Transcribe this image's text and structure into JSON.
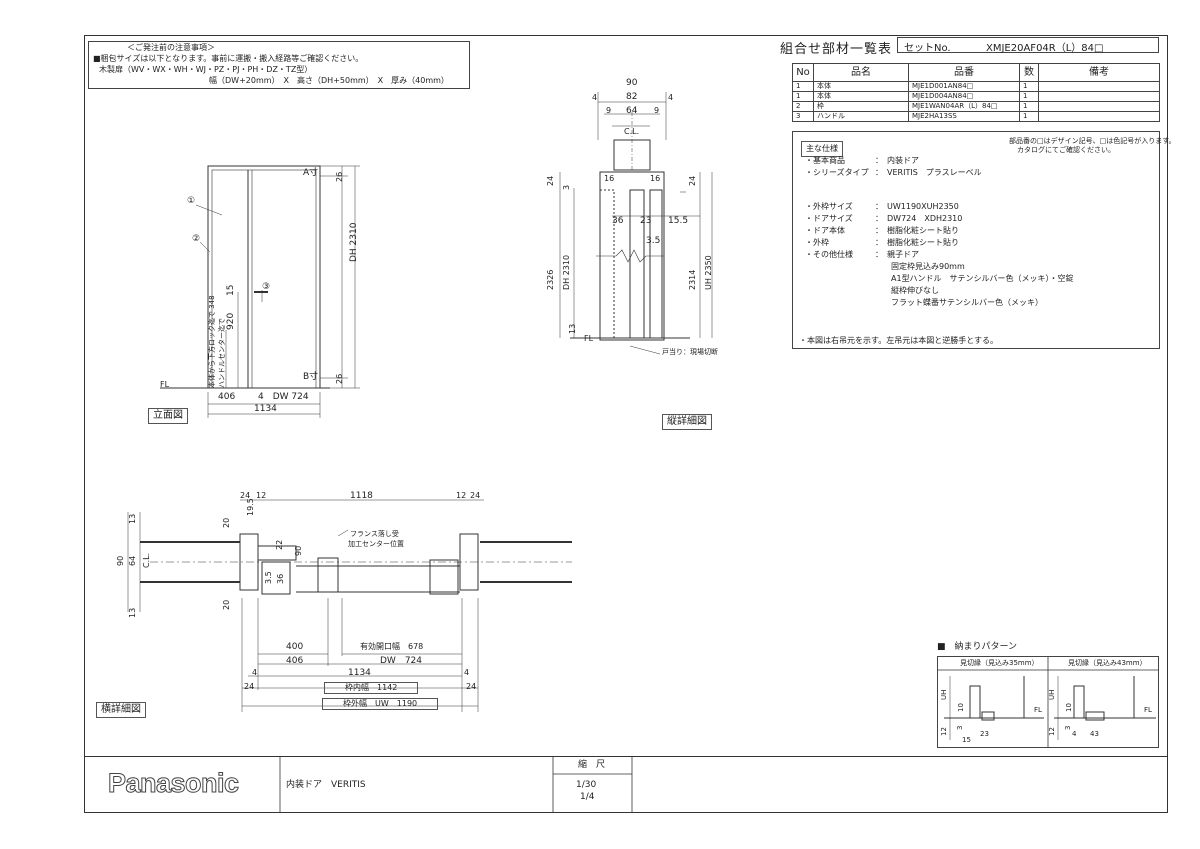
{
  "notice": {
    "title": "＜ご発注前の注意事項＞",
    "line1": "■梱包サイズは以下となります。事前に運搬・搬入経路等ご確認ください。",
    "line2": "木製扉（WV・WX・WH・WJ・PZ・PJ・PH・DZ・TZ型）",
    "line3": "幅（DW+20mm）　X　高さ（DH+50mm）　X　厚み（40mm）"
  },
  "parts": {
    "title": "組合せ部材一覧表",
    "set_label": "セットNo.",
    "set_no": "XMJE20AF04R（L）84□",
    "headers": [
      "No",
      "品名",
      "品番",
      "数",
      "備考"
    ],
    "rows": [
      {
        "no": "1",
        "name": "本体",
        "code": "MJE1D001AN84□",
        "qty": "1",
        "note": ""
      },
      {
        "no": "1",
        "name": "本体",
        "code": "MJE1D004AN84□",
        "qty": "1",
        "note": ""
      },
      {
        "no": "2",
        "name": "枠",
        "code": "MJE1WAN04AR（L）84□",
        "qty": "1",
        "note": ""
      },
      {
        "no": "3",
        "name": "ハンドル",
        "code": "MJE2HA13SS",
        "qty": "1",
        "note": ""
      }
    ]
  },
  "spec": {
    "label": "主な仕様",
    "note_top1": "部品番の□はデザイン記号、□は色記号が入ります。",
    "note_top2": "カタログにてご確認ください。",
    "items": [
      {
        "k": "・基本商品",
        "v": "：　内装ドア"
      },
      {
        "k": "・シリーズタイプ",
        "v": "：　VERITIS　プラスレーベル"
      },
      {
        "k": "・外枠サイズ",
        "v": "：　UW1190XUH2350"
      },
      {
        "k": "・ドアサイズ",
        "v": "：　DW724　XDH2310"
      },
      {
        "k": "・ドア本体",
        "v": "：　樹脂化粧シート貼り"
      },
      {
        "k": "・外枠",
        "v": "：　樹脂化粧シート貼り"
      },
      {
        "k": "・その他仕様",
        "v": "：　親子ドア"
      }
    ],
    "extra": [
      "固定枠見込み90mm",
      "A1型ハンドル　サテンシルバー色（メッキ）・空錠",
      "縦枠伸びなし",
      "フラット蝶番サテンシルバー色（メッキ）"
    ],
    "footnote": "・本図は右吊元を示す。左吊元は本図と逆勝手とする。"
  },
  "views": {
    "elevation": "立面図",
    "vertical": "縦詳細図",
    "horizontal": "横詳細図",
    "pattern": "■　納まりパターン",
    "pattern_a": "見切縁（見込み35mm）",
    "pattern_b": "見切縁（見込み43mm）"
  },
  "elevation_dims": {
    "dh": "DH 2310",
    "d26a": "26",
    "d26b": "26",
    "d406": "406",
    "dw": "4　DW 724",
    "d1134": "1134",
    "d920": "920",
    "d15": "15",
    "A": "A寸",
    "B": "B寸",
    "fl": "FL",
    "c1": "①",
    "c2": "②",
    "c3": "③",
    "vnote1": "ハンドルセンター迄で",
    "vnote2": "本体から下方ロック迄で 348"
  },
  "vertical_dims": {
    "d90": "90",
    "d82": "82",
    "d64": "64",
    "d4a": "4",
    "d4b": "4",
    "d9a": "9",
    "d9b": "9",
    "cl": "C.L.",
    "d16a": "16",
    "d16b": "16",
    "d24a": "24",
    "d24b": "24",
    "d3": "3",
    "d36": "36",
    "d23": "23",
    "d155": "15.5",
    "d35": "3.5",
    "d2326": "2326",
    "dh": "DH 2310",
    "d2314": "2314",
    "uh": "UH 2350",
    "d13": "13",
    "fl": "FL",
    "floor": "戸当り：現場切断"
  },
  "horizontal_dims": {
    "d24a": "24",
    "d12a": "12",
    "d1118": "1118",
    "d12b": "12",
    "d24b": "24",
    "d13a": "13",
    "d20a": "20",
    "d195": "19.5",
    "d90": "90",
    "d64": "64",
    "d20b": "20",
    "d13b": "13",
    "d90b": "90",
    "cl": "C.L.",
    "d22": "22",
    "d35": "3.5",
    "d36": "36",
    "flange1": "フランス落し受",
    "flange2": "加工センター位置",
    "d400": "400",
    "d406": "406",
    "eff": "有効開口幅　678",
    "dw": "DW　724",
    "d1134": "1134",
    "d4a": "4",
    "d4b": "4",
    "inner": "枠内幅　1142",
    "d24c": "24",
    "d24d": "24",
    "outer": "枠外幅　UW　1190"
  },
  "pattern_dims": {
    "uh": "UH",
    "fl": "FL",
    "d12": "12",
    "d3": "3",
    "d10": "10",
    "d15": "15",
    "d23": "23",
    "d43": "43",
    "d4": "4"
  },
  "footer": {
    "brand": "Panasonic",
    "product": "内装ドア　VERITIS",
    "scale_label": "縮　尺",
    "scale1": "1/30",
    "scale2": "1/4"
  }
}
